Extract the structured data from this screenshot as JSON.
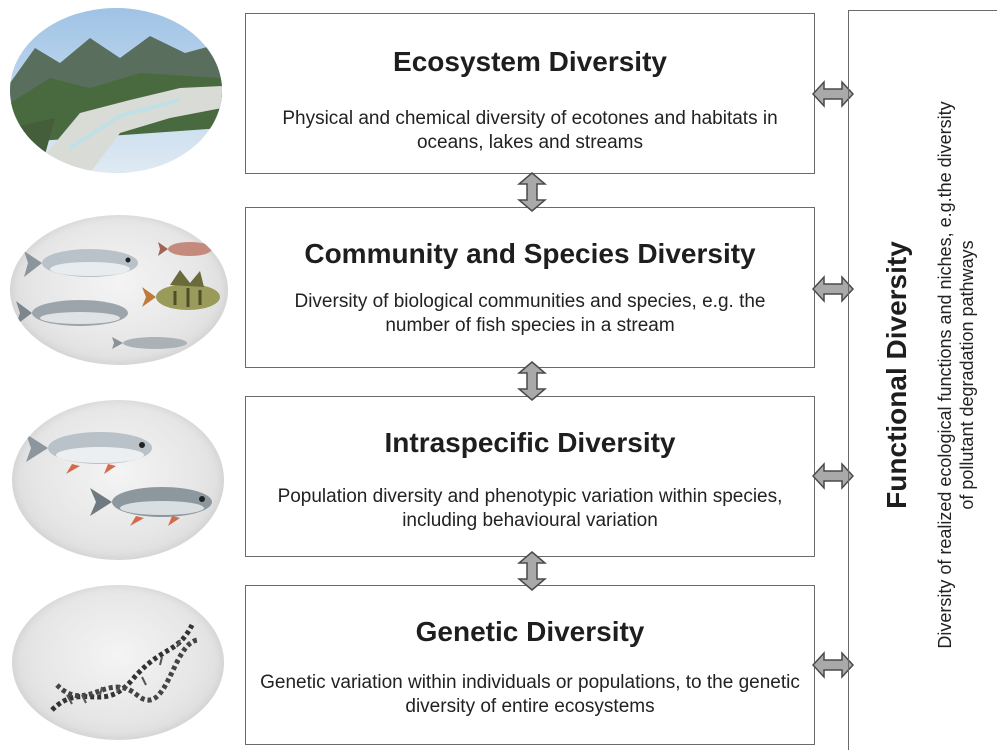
{
  "levels": [
    {
      "title": "Ecosystem Diversity",
      "description": "Physical and chemical diversity of ecotones and habitats in oceans, lakes and streams"
    },
    {
      "title": "Community and Species Diversity",
      "description": "Diversity of biological communities and species, e.g. the number of fish species in a stream"
    },
    {
      "title": "Intraspecific Diversity",
      "description": "Population diversity and phenotypic variation within species, including behavioural variation"
    },
    {
      "title": "Genetic Diversity",
      "description": "Genetic variation within individuals or populations, to the genetic diversity of entire ecosystems"
    }
  ],
  "functional": {
    "title": "Functional Diversity",
    "description": "Diversity of realized ecological functions and niches, e.g.the diversity of pollutant degradation pathways"
  },
  "images": [
    "river-valley-landscape",
    "mixed-fish-species",
    "same-species-fish-pair",
    "dna-double-helix"
  ],
  "colors": {
    "arrow_fill": "#a9a9a9",
    "arrow_stroke": "#4a4a4a",
    "border": "#6a6a6a"
  }
}
